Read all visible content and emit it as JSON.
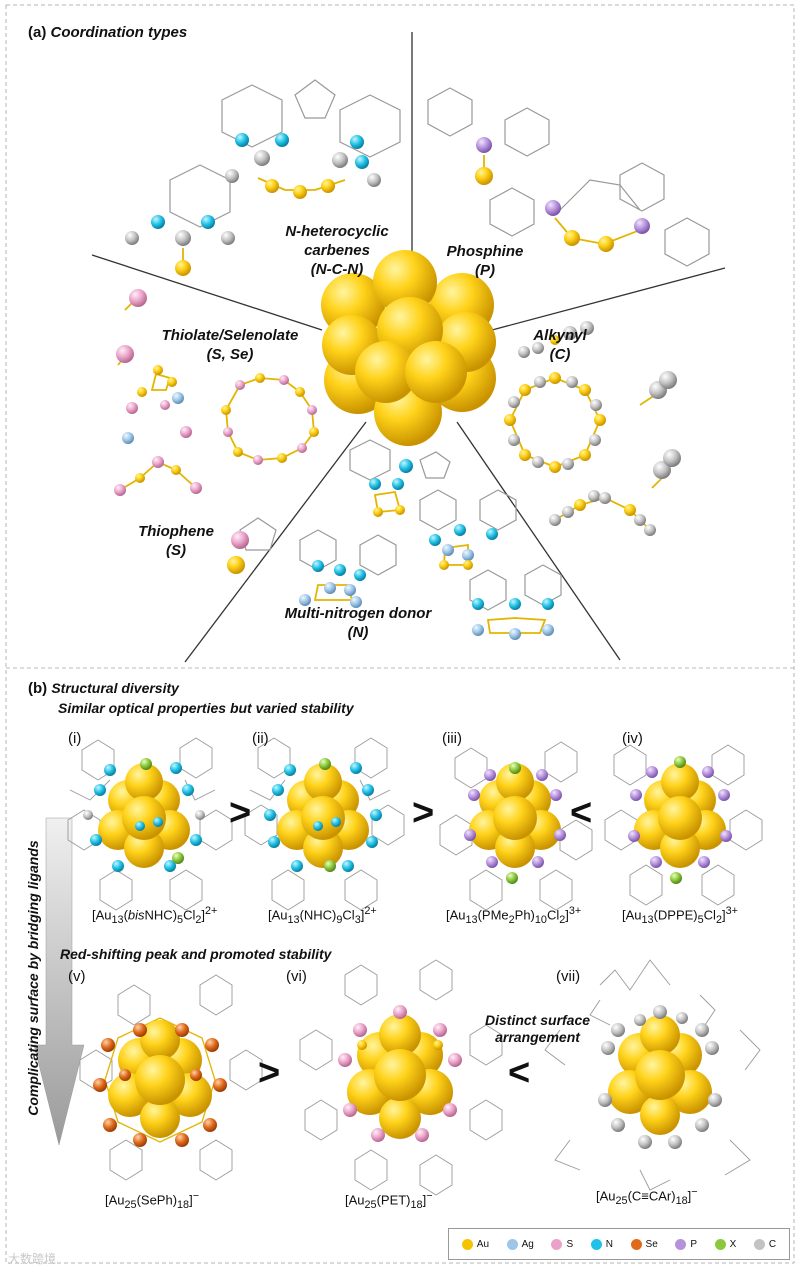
{
  "panel_a": {
    "label": "(a)",
    "title": "Coordination types",
    "ligands": [
      {
        "name": "N-heterocyclic",
        "name2": "carbenes",
        "sub": "(N-C-N)"
      },
      {
        "name": "Phosphine",
        "sub": "(P)"
      },
      {
        "name": "Thiolate/Selenolate",
        "sub": "(S, Se)"
      },
      {
        "name": "Alkynyl",
        "sub": "(C)"
      },
      {
        "name": "Thiophene",
        "sub": "(S)"
      },
      {
        "name": "Multi-nitrogen donor",
        "sub": "(N)"
      }
    ]
  },
  "panel_b": {
    "label": "(b)",
    "title": "Structural diversity",
    "row1_note": "Similar optical properties but varied stability",
    "row2_note": "Red-shifting peak and promoted stability",
    "side_label": "Complicating surface by bridging ligands",
    "distinct_line1": "Distinct surface",
    "distinct_line2": "arrangement",
    "row1": [
      {
        "num": "(i)",
        "formula": "[Au13(bisNHC)5Cl2]2+",
        "f1": "[Au",
        "f2": "13",
        "f3": "(",
        "f4": "bis",
        "f5": "NHC)",
        "f6": "5",
        "f7": "Cl",
        "f8": "2",
        "f9": "]",
        "f10": "2+"
      },
      {
        "num": "(ii)",
        "formula": "[Au13(NHC)9Cl3]2+",
        "f1": "[Au",
        "f2": "13",
        "f3": "(NHC)",
        "f4": "9",
        "f5": "Cl",
        "f6": "3",
        "f7": "]",
        "f8": "2+"
      },
      {
        "num": "(iii)",
        "formula": "[Au13(PMe2Ph)10Cl2]3+",
        "f1": "[Au",
        "f2": "13",
        "f3": "(PMe",
        "f4": "2",
        "f5": "Ph)",
        "f6": "10",
        "f7": "Cl",
        "f8": "2",
        "f9": "]",
        "f10": "3+"
      },
      {
        "num": "(iv)",
        "formula": "[Au13(DPPE)5Cl2]3+",
        "f1": "[Au",
        "f2": "13",
        "f3": "(DPPE)",
        "f4": "5",
        "f5": "Cl",
        "f6": "2",
        "f7": "]",
        "f8": "3+"
      }
    ],
    "row1_cmp": [
      ">",
      ">",
      "<"
    ],
    "row2": [
      {
        "num": "(v)",
        "formula": "[Au25(SePh)18]−",
        "f1": "[Au",
        "f2": "25",
        "f3": "(SePh)",
        "f4": "18",
        "f5": "]",
        "f6": "−"
      },
      {
        "num": "(vi)",
        "formula": "[Au25(PET)18]−",
        "f1": "[Au",
        "f2": "25",
        "f3": "(PET)",
        "f4": "18",
        "f5": "]",
        "f6": "−"
      },
      {
        "num": "(vii)",
        "formula": "[Au25(C≡CAr)18]−",
        "f1": "[Au",
        "f2": "25",
        "f3": "(C≡CAr)",
        "f4": "18",
        "f5": "]",
        "f6": "−"
      }
    ],
    "row2_cmp": [
      ">",
      "<"
    ]
  },
  "legend": [
    {
      "label": "Au",
      "color": "#f5c400"
    },
    {
      "label": "Ag",
      "color": "#9ec6e8"
    },
    {
      "label": "S",
      "color": "#e9a2c9"
    },
    {
      "label": "N",
      "color": "#1fc2e6"
    },
    {
      "label": "Se",
      "color": "#e06a1c"
    },
    {
      "label": "P",
      "color": "#b691dc"
    },
    {
      "label": "X",
      "color": "#8cc83c"
    },
    {
      "label": "C",
      "color": "#c3c3c3"
    }
  ],
  "watermark": "大数跨境"
}
